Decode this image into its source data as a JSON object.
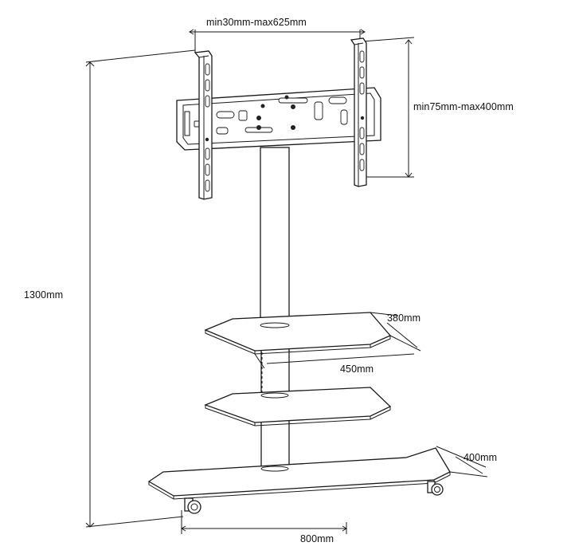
{
  "dimensions": {
    "vesa_width": "min30mm-max625mm",
    "vesa_height": "min75mm-max400mm",
    "total_height": "1300mm",
    "shelf_depth": "380mm",
    "shelf_width": "450mm",
    "base_depth": "400mm",
    "base_width": "800mm"
  },
  "colors": {
    "line": "#1a1a1a",
    "background": "#ffffff"
  }
}
